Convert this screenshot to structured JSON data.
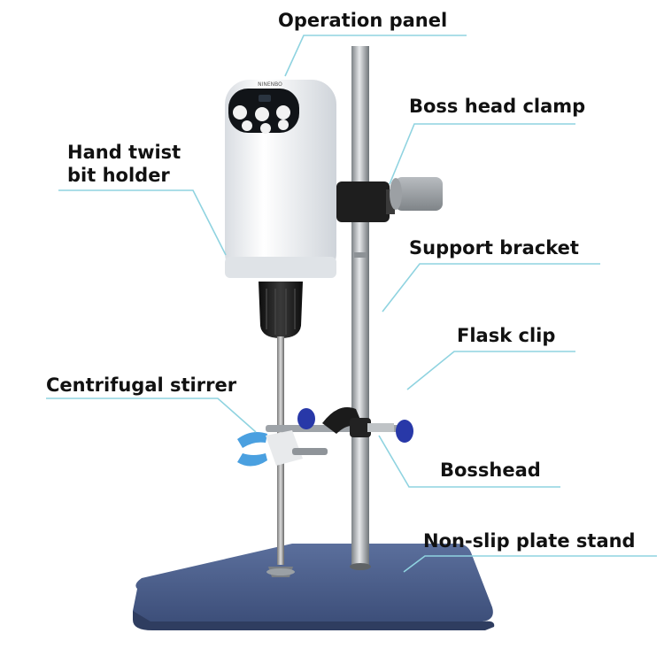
{
  "labels": {
    "operation_panel": "Operation panel",
    "boss_head_clamp": "Boss head clamp",
    "hand_twist_line1": "Hand twist",
    "hand_twist_line2": "bit holder",
    "support_bracket": "Support bracket",
    "flask_clip": "Flask clip",
    "centrifugal_stirrer": "Centrifugal stirrer",
    "bosshead": "Bosshead",
    "non_slip_plate_stand": "Non-slip plate stand"
  },
  "device": {
    "brand_text": "NINENBO"
  },
  "colors": {
    "leader_line": "#8fd3e0",
    "device_body": "#f4f6f8",
    "chuck": "#1b1b1b",
    "clip_knob": "#2838a8",
    "clip_jaw": "#4aa0e0",
    "base_plate": "#4a5f8e",
    "rod": "#b0b4b8"
  }
}
